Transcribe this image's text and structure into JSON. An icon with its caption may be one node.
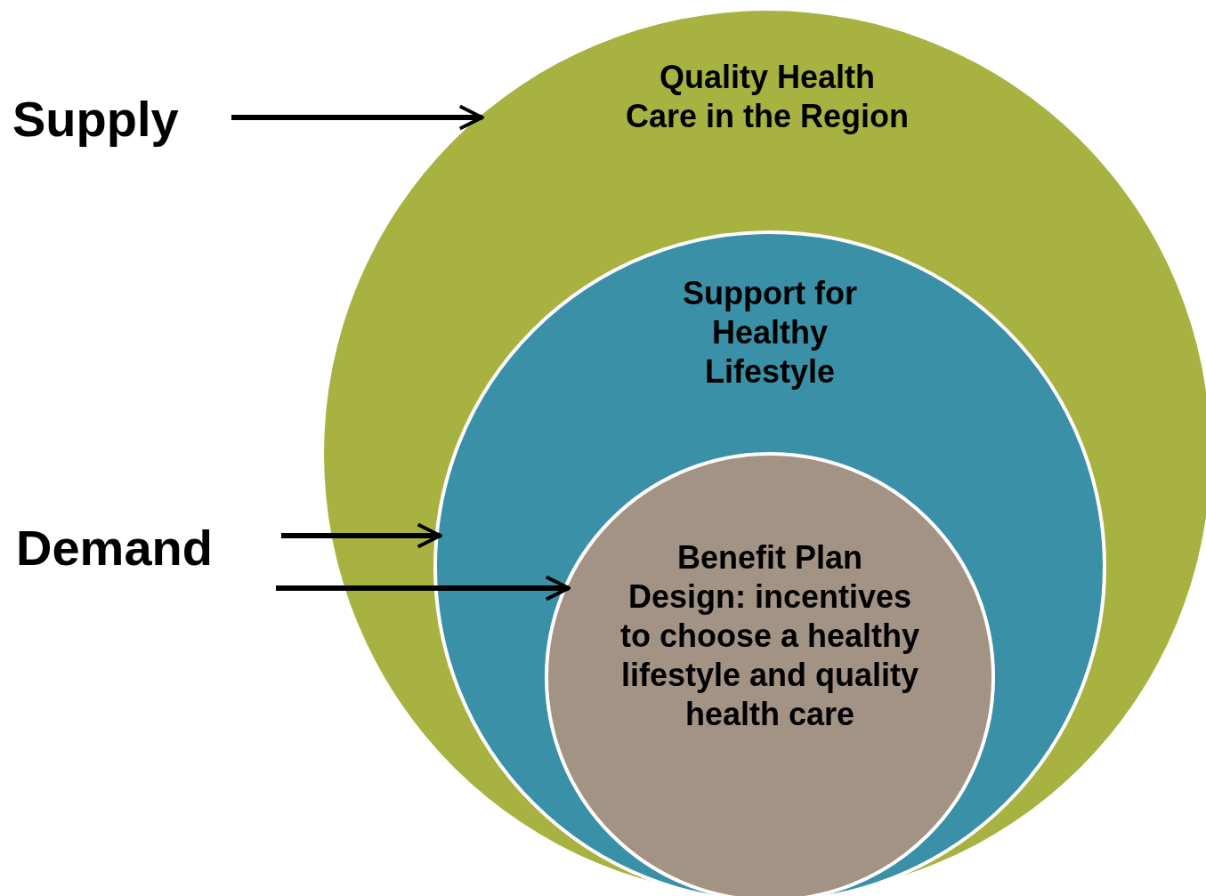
{
  "diagram": {
    "nodes": [
      {
        "text": [
          "Quality Health Care in the Region"
        ]
      },
      {
        "text": [
          "Support for Healthy Lifestyle"
        ],
        "in": 0
      },
      {
        "text": [
          "Benefit Plan Design: incentives to choose a healthy lifestyle and quality health care"
        ],
        "in": 1
      },
      {
        "text": [
          "Supply"
        ]
      },
      {
        "text": [
          "Demand"
        ]
      }
    ],
    "edges": [
      {
        "from": 3,
        "to": 0,
        "arrow": "to"
      },
      {
        "from": 4,
        "to": 1,
        "arrow": "to"
      },
      {
        "from": 4,
        "to": 2,
        "arrow": "to"
      }
    ]
  }
}
